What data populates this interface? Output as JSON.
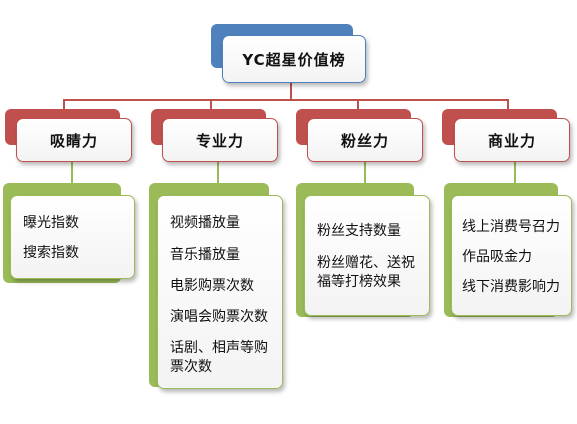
{
  "root": {
    "label": "YC超星价值榜"
  },
  "categories": [
    {
      "label": "吸睛力",
      "items": [
        "曝光指数",
        "搜索指数"
      ]
    },
    {
      "label": "专业力",
      "items": [
        "视频播放量",
        "音乐播放量",
        "电影购票次数",
        "演唱会购票次数",
        "话剧、相声等购票次数"
      ]
    },
    {
      "label": "粉丝力",
      "items": [
        "粉丝支持数量",
        "粉丝赠花、送祝福等打榜效果"
      ]
    },
    {
      "label": "商业力",
      "items": [
        "线上消费号召力",
        "作品吸金力",
        "线下消费影响力"
      ]
    }
  ],
  "colors": {
    "root": "#4f81bd",
    "category": "#c0504d",
    "detail": "#9bbb59"
  }
}
